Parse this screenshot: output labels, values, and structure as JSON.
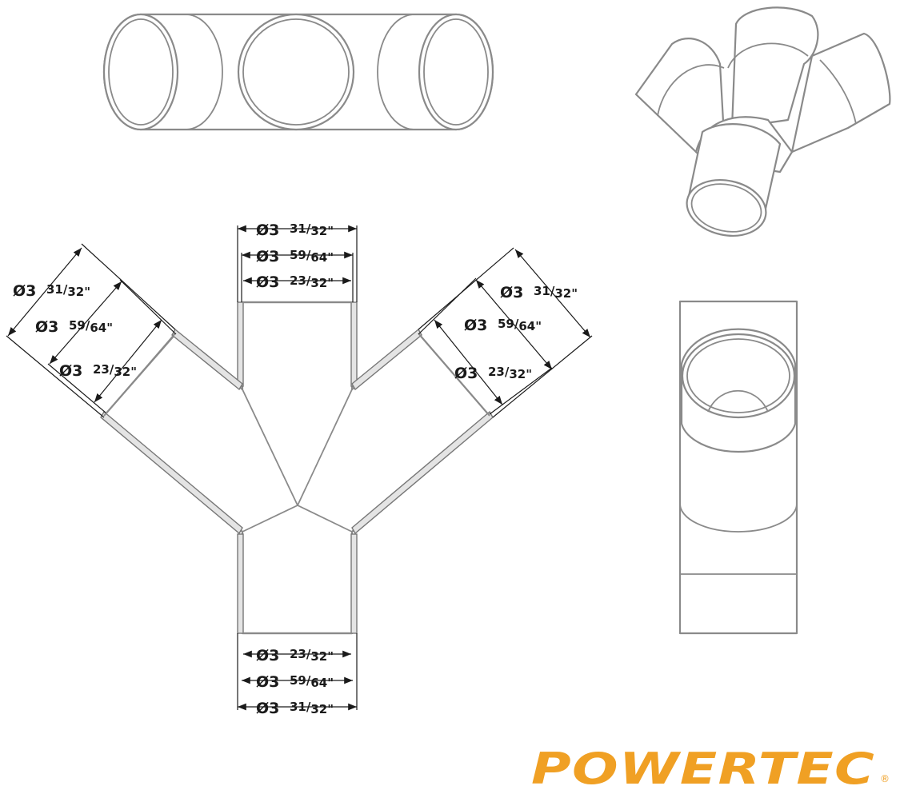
{
  "brand": {
    "name": "POWERTEC",
    "registered_mark": "®"
  },
  "dimensions": {
    "outer": {
      "whole": "Ø3",
      "frac_num": "31",
      "frac_den": "32",
      "unit": "\""
    },
    "middle": {
      "whole": "Ø3",
      "frac_num": "59",
      "frac_den": "64",
      "unit": "\""
    },
    "inner": {
      "whole": "Ø3",
      "frac_num": "23",
      "frac_den": "32",
      "unit": "\""
    }
  },
  "colors": {
    "line": "#8a8a8a",
    "dimension": "#1a1a1a",
    "brand": "#f0a024"
  }
}
